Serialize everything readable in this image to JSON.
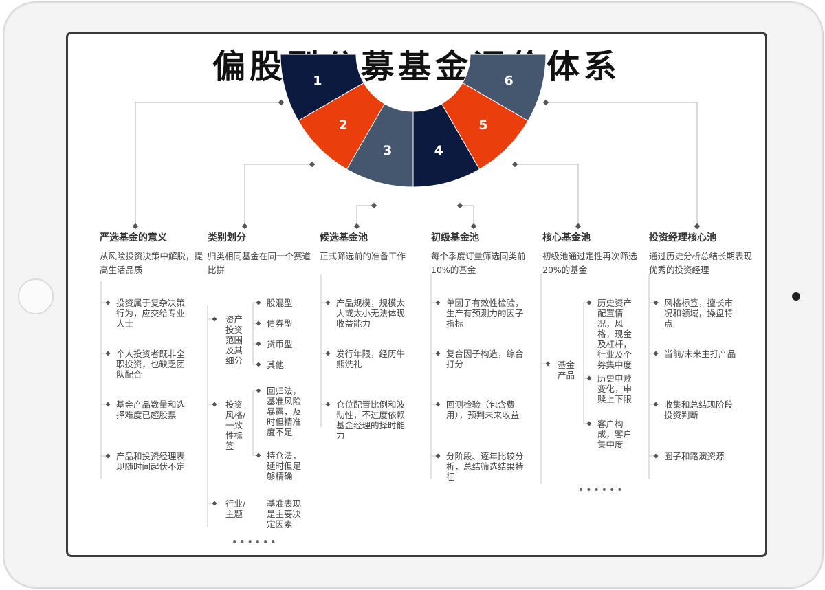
{
  "title": "偏股型公募基金评价体系",
  "segments": [
    {
      "num": "1",
      "color": "#0d1a3f"
    },
    {
      "num": "2",
      "color": "#ea3e0c"
    },
    {
      "num": "3",
      "color": "#44576f"
    },
    {
      "num": "4",
      "color": "#0d1a3f"
    },
    {
      "num": "5",
      "color": "#ea3e0c"
    },
    {
      "num": "6",
      "color": "#44576f"
    }
  ],
  "columns": [
    {
      "title": "严选基金的意义",
      "desc": "从风险投资决策中解脱，提高生活品质",
      "items": [
        "投资属于复杂决策行为，应交给专业人士",
        "个人投资者既非全职投资，也缺乏团队配合",
        "基金产品数量和选择难度已超股票",
        "产品和投资经理表现随时间起伏不定"
      ]
    },
    {
      "title": "类别划分",
      "desc": "归类相同基金在同一个赛道比拼",
      "groups": [
        {
          "label": "资产投资范围及其细分",
          "subs": [
            "股混型",
            "债券型",
            "货币型",
            "其他"
          ]
        },
        {
          "label": "投资风格/一致性标签",
          "subs": [
            "回归法，基准风险暴露，及时但精准度不足",
            "持仓法，延时但足够精确"
          ]
        },
        {
          "label": "行业/主题",
          "subs": [
            "基准表现是主要决定因素"
          ]
        }
      ],
      "more": "••••••"
    },
    {
      "title": "候选基金池",
      "desc": "正式筛选前的准备工作",
      "items": [
        "产品规模，规模太大或太小无法体现收益能力",
        "发行年限，经历牛熊洗礼",
        "仓位配置比例和波动性，不过度依赖基金经理的择时能力"
      ]
    },
    {
      "title": "初级基金池",
      "desc": "每个季度订量筛选同类前10%的基金",
      "items": [
        "单因子有效性检验，生产有预测力的因子指标",
        "复合因子构造，综合打分",
        "回测检验（包含费用），预判未来收益",
        "分阶段、逐年比较分析，总结筛选结果特征"
      ]
    },
    {
      "title": "核心基金池",
      "desc": "初级池通过定性再次筛选20%的基金",
      "group": {
        "label": "基金产品",
        "subs": [
          "历史资产配置情况，风格，现金及杠杆，行业及个券集中度",
          "历史申赎变化，申赎上下限",
          "客户构成，客户集中度"
        ]
      },
      "more": "••••••"
    },
    {
      "title": "投资经理核心池",
      "desc": "通过历史分析总结长期表现优秀的投资经理",
      "items": [
        "风格标签，擅长市况和领域，操盘特点",
        "当前/未来主打产品",
        "收集和总结现阶段投资判断",
        "圈子和路演资源"
      ]
    }
  ]
}
